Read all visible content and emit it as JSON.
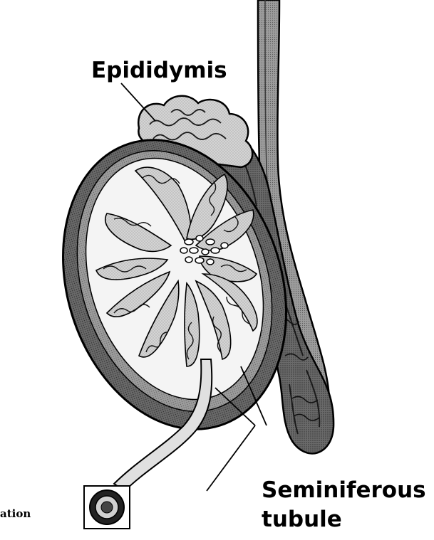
{
  "labels": {
    "epididymis": "Epididymis",
    "seminiferous_line1": "Seminiferous",
    "seminiferous_line2": "tubule",
    "cut_text": "ation"
  },
  "colors": {
    "tissue_dark": "#4a4a4a",
    "tissue_mid": "#8a8a8a",
    "tissue_light": "#c8c8c8",
    "tissue_pale": "#e6e6e6",
    "outline": "#000000",
    "background": "#ffffff"
  }
}
